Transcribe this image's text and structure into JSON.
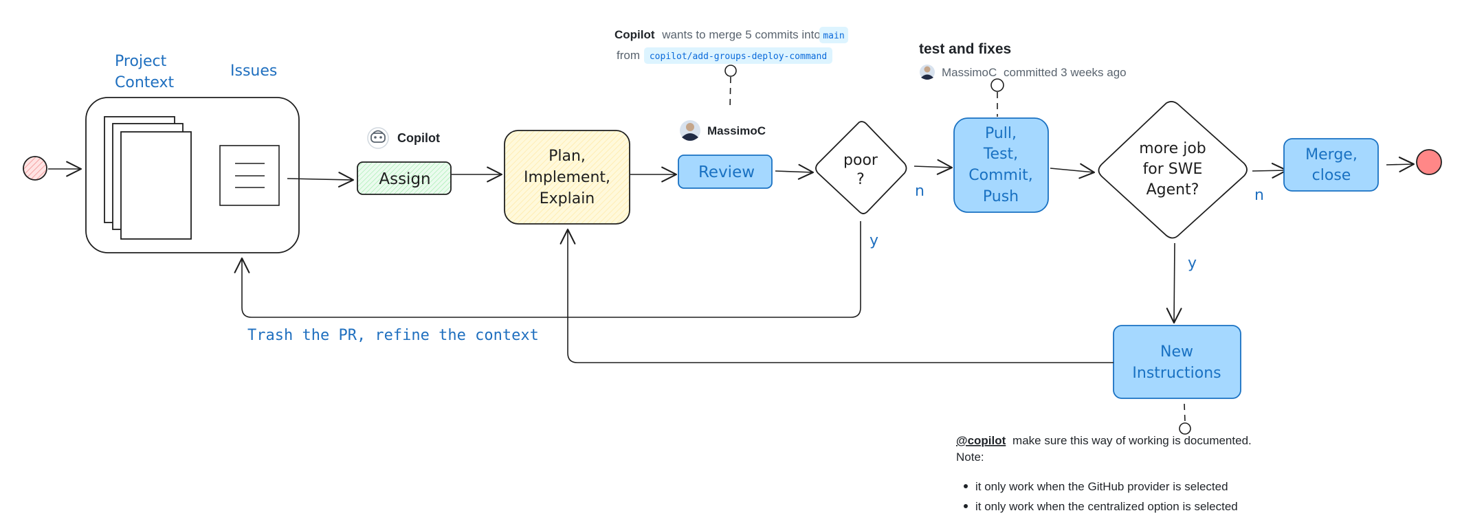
{
  "labels": {
    "project_context_line1": "Project",
    "project_context_line2": "Context",
    "issues": "Issues",
    "copilot_name": "Copilot",
    "assign": "Assign",
    "plan_line1": "Plan,",
    "plan_line2": "Implement,",
    "plan_line3": "Explain",
    "reviewer_name": "MassimoC",
    "review": "Review",
    "poor_line1": "poor",
    "poor_line2": "?",
    "pull_line1": "Pull,",
    "pull_line2": "Test,",
    "pull_line3": "Commit,",
    "pull_line4": "Push",
    "morejob_line1": "more job",
    "morejob_line2": "for SWE",
    "morejob_line3": "Agent?",
    "merge_line1": "Merge,",
    "merge_line2": "close",
    "new_instr_line1": "New",
    "new_instr_line2": "Instructions",
    "edge_n1": "n",
    "edge_y1": "y",
    "edge_n2": "n",
    "edge_y2": "y",
    "trash_label": "Trash the PR, refine the context"
  },
  "pr_note": {
    "author": "Copilot",
    "text_mid": "wants to merge 5 commits into",
    "base_branch": "main",
    "from_label": "from",
    "head_branch": "copilot/add-groups-deploy-command"
  },
  "commit_note": {
    "title": "test and fixes",
    "author": "MassimoC",
    "meta": "committed 3 weeks ago"
  },
  "comment_note": {
    "mention": "@copilot",
    "text": "make sure this way of working is documented.",
    "note_label": "Note:",
    "bullets": [
      "it only work when the GitHub provider is selected",
      "it only work when the centralized option is selected"
    ]
  },
  "colors": {
    "hand_blue": "#1f6fbf",
    "node_blue_fill": "#a5d8ff",
    "node_blue_stroke": "#1971c2",
    "assign_fill": "#d3f9d8",
    "plan_fill": "#fff3bf",
    "start_fill": "#ffc9c9",
    "end_fill": "#ff8787",
    "branch_chip": "#ddf4ff",
    "branch_text": "#0969da"
  }
}
